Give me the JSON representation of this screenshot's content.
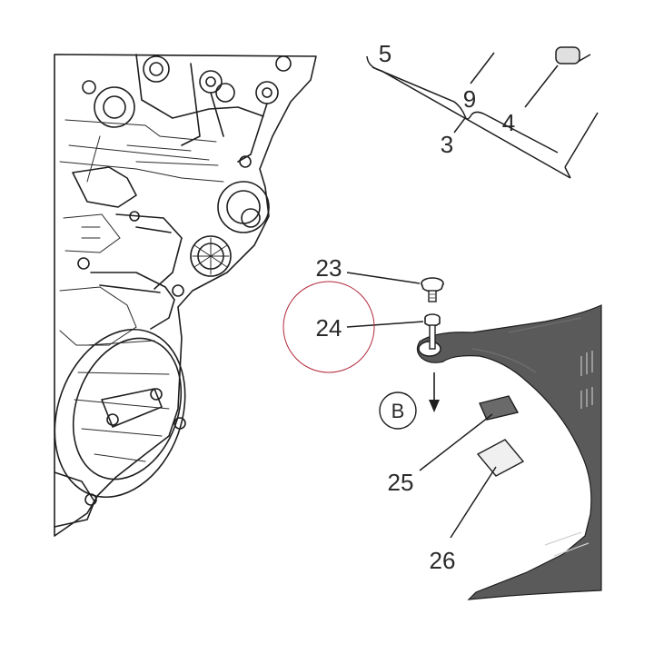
{
  "diagram": {
    "callouts": {
      "c3": "3",
      "c4": "4",
      "c5": "5",
      "c9": "9",
      "c23": "23",
      "c24": "24",
      "c25": "25",
      "c26": "26"
    },
    "view_marker": "B",
    "highlight_color": "#b2273a",
    "frame_color": "#5a5a5a"
  }
}
